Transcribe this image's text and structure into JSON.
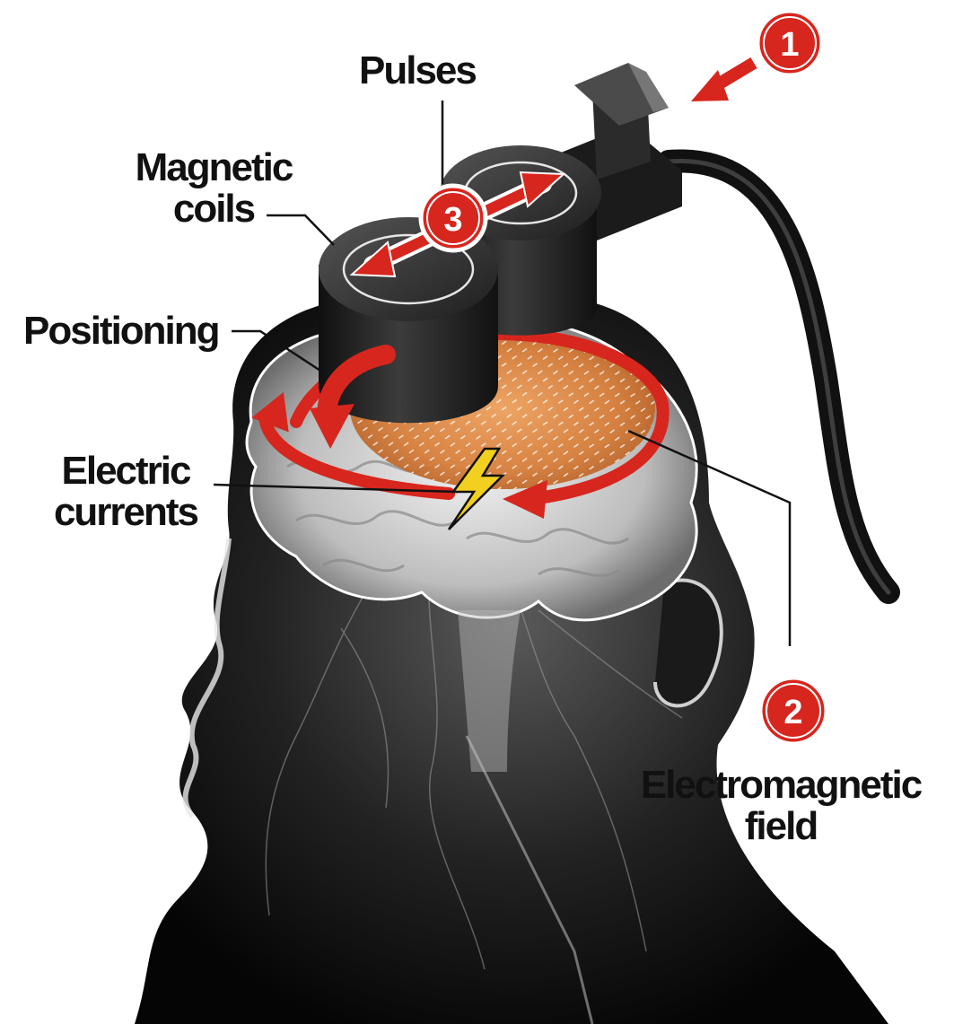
{
  "labels": {
    "pulses": "Pulses",
    "magnetic_coils_line1": "Magnetic",
    "magnetic_coils_line2": "coils",
    "positioning": "Positioning",
    "electric_currents_line1": "Electric",
    "electric_currents_line2": "currents",
    "electromagnetic_field_line1": "Electromagnetic",
    "electromagnetic_field_line2": "field"
  },
  "badges": {
    "step1": "1",
    "step2": "2",
    "step3": "3"
  },
  "colors": {
    "accent_red": "#d7261e",
    "coil_black": "#1c1c1c",
    "brain_orange": "#e08a3c",
    "bolt_yellow": "#f2d020",
    "head_glow": "#d8d8d8"
  },
  "icons": {
    "bolt": "lightning-bolt-icon",
    "rotate": "curved-arrow-icon",
    "pulse": "double-arrow-icon"
  }
}
